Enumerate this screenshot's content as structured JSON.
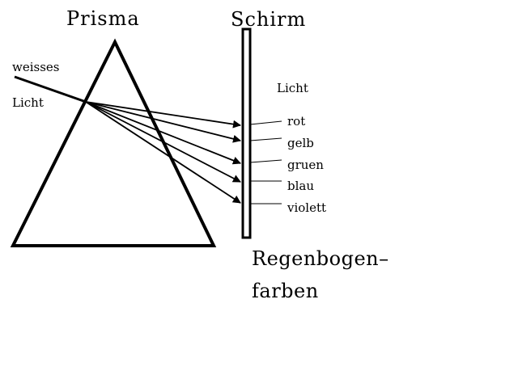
{
  "labels": {
    "prism_title": "Prisma",
    "screen_title": "Schirm",
    "incoming_line1": "weisses",
    "incoming_line2": "Licht",
    "screen_light": "Licht",
    "result_line1": "Regenbogen–",
    "result_line2": "farben"
  },
  "colors": [
    "rot",
    "gelb",
    "gruen",
    "blau",
    "violett"
  ]
}
